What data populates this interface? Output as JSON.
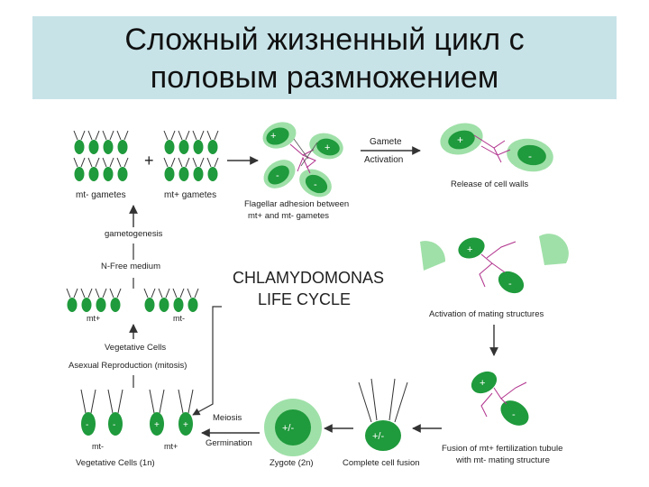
{
  "title": {
    "line1": "Сложный жизненный цикл с",
    "line2": "половым размножением"
  },
  "colors": {
    "title_band": "#c7e3e8",
    "cell_dark": "#1f9a3c",
    "cell_light": "#9fe0a8",
    "flagella": "#333333",
    "flagella_active": "#b0328c",
    "arrow": "#333333"
  },
  "center": {
    "line1": "CHLAMYDOMONAS",
    "line2": "LIFE CYCLE"
  },
  "labels": {
    "mt_minus_gametes": "mt- gametes",
    "mt_plus_gametes": "mt+ gametes",
    "plus_sign": "+",
    "gamete_activation_1": "Gamete",
    "gamete_activation_2": "Activation",
    "flagellar_adhesion_1": "Flagellar adhesion between",
    "flagellar_adhesion_2": "mt+ and mt- gametes",
    "release_cell_walls": "Release of cell walls",
    "activation_mating": "Activation of mating structures",
    "fusion_1": "Fusion of mt+ fertilization tubule",
    "fusion_2": "with mt- mating structure",
    "gametogenesis": "gametogenesis",
    "n_free_medium": "N-Free medium",
    "mt_plus_small": "mt+",
    "mt_minus_small": "mt-",
    "vegetative_cells": "Vegetative Cells",
    "asexual_reproduction": "Asexual Reproduction (mitosis)",
    "meiosis": "Meiosis",
    "germination": "Germination",
    "vegetative_cells_1n": "Vegetative Cells (1n)",
    "zygote_2n": "Zygote (2n)",
    "complete_fusion": "Complete cell fusion",
    "zygote_symbol": "+/-",
    "mark_plus": "+",
    "mark_minus": "-"
  }
}
